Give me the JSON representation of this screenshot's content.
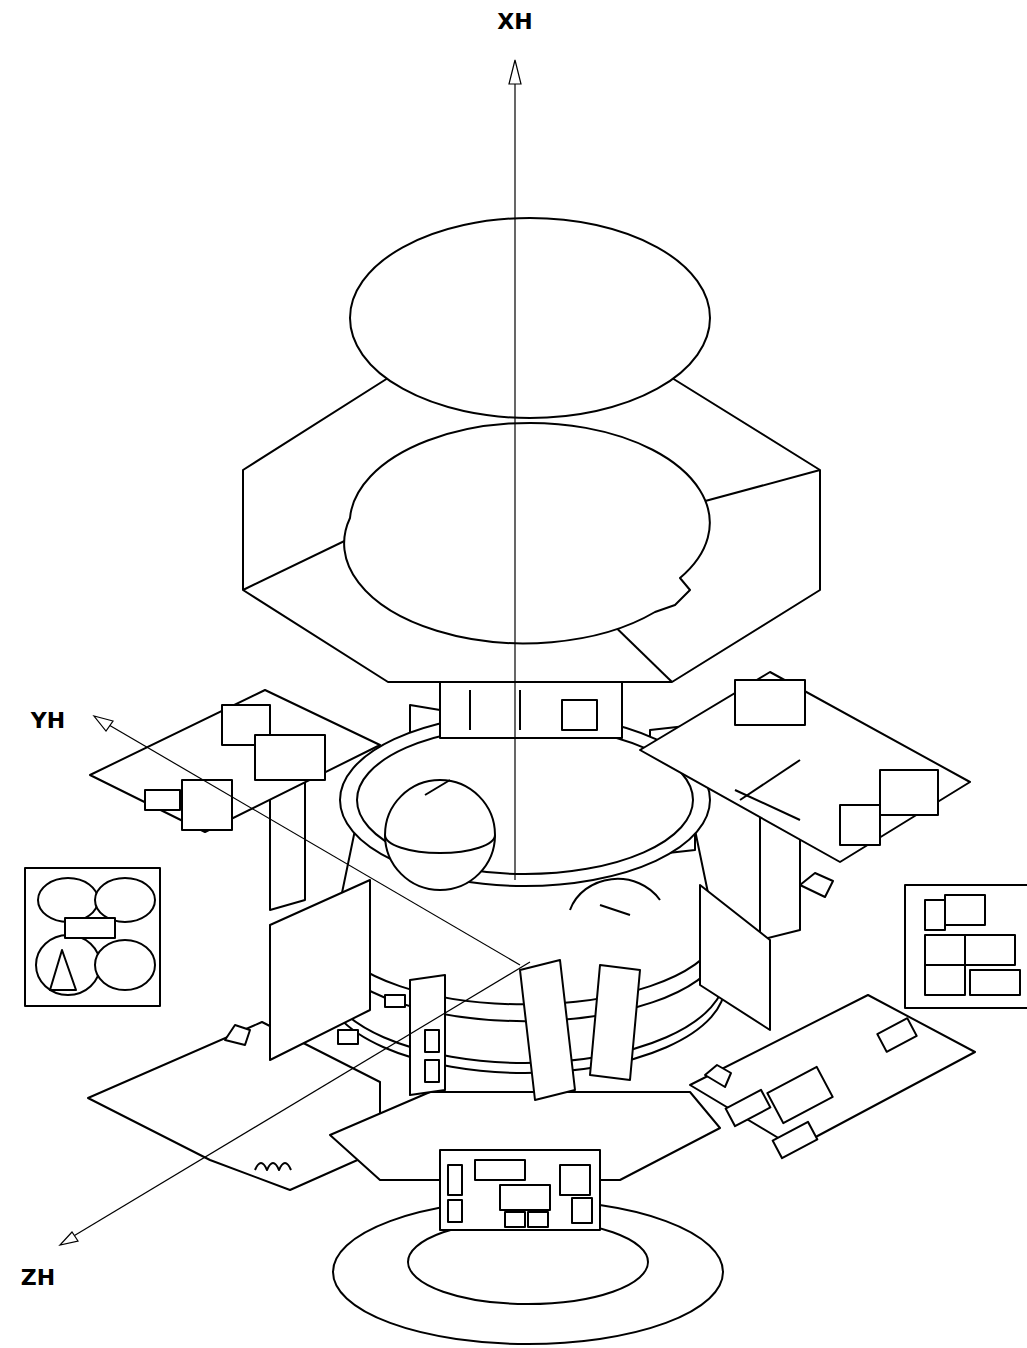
{
  "diagram": {
    "labels": [
      "XH",
      "YH",
      "ZH"
    ]
  }
}
